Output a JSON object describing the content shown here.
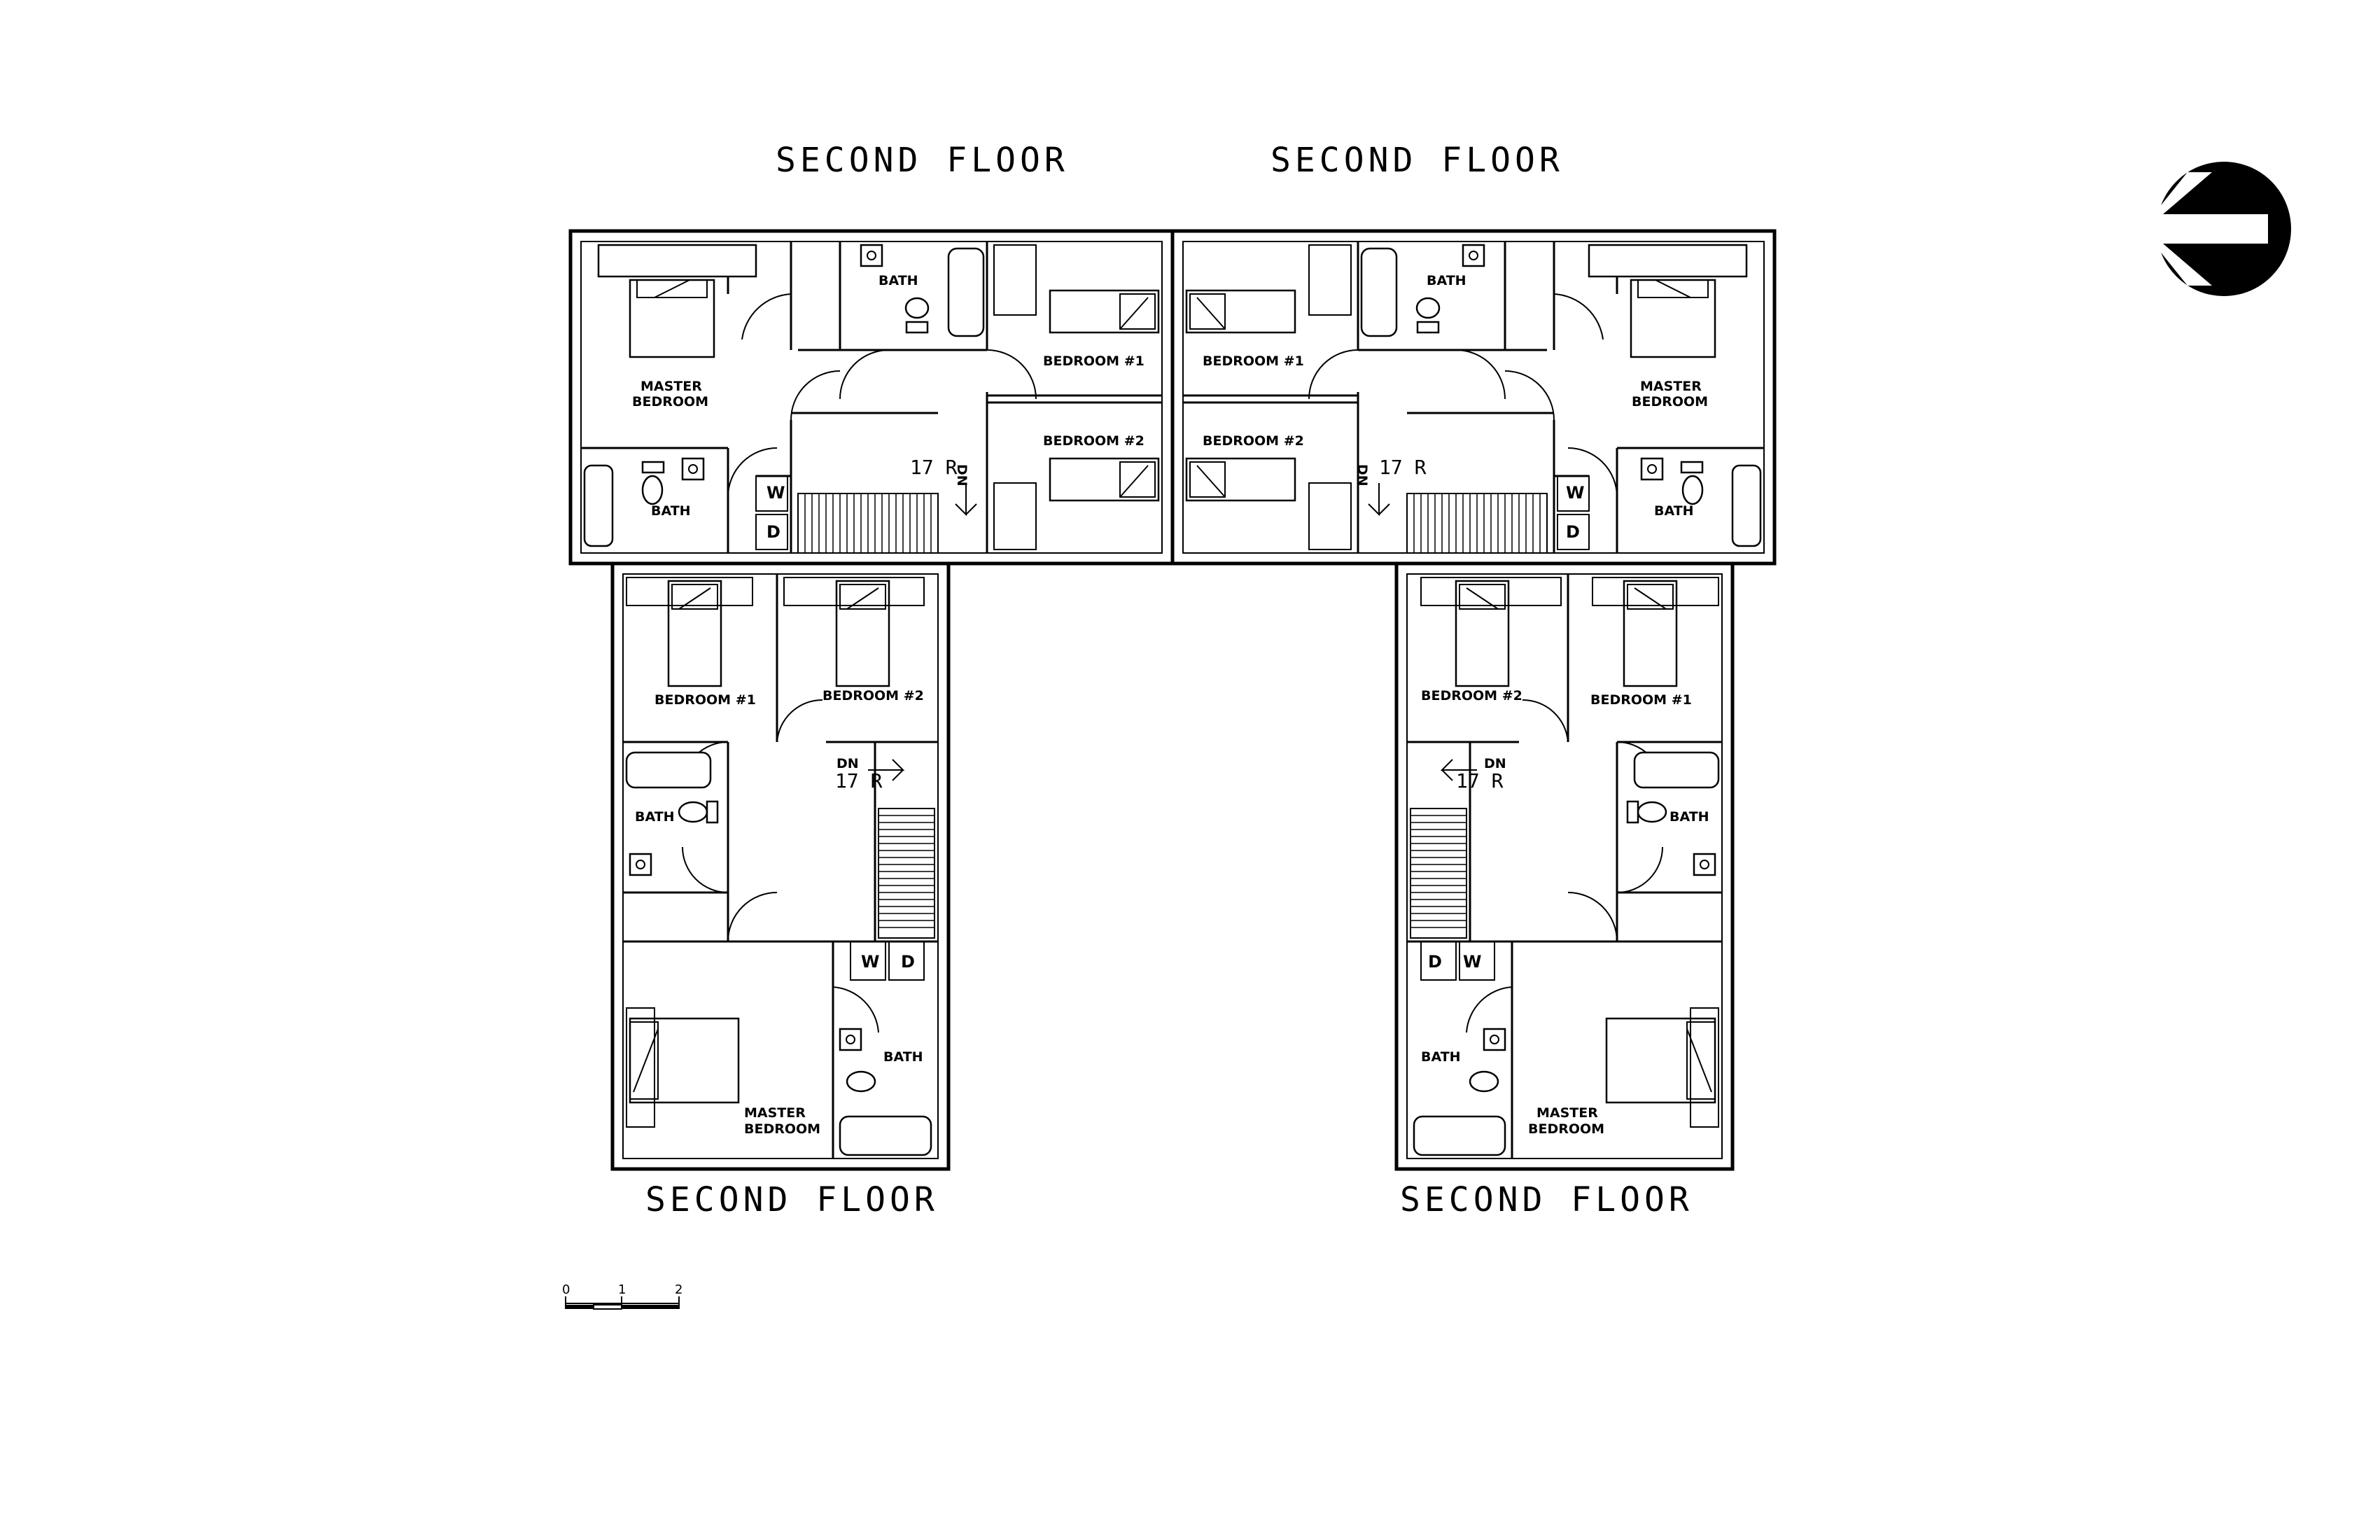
{
  "titles": {
    "unit_a": "SECOND FLOOR",
    "unit_b": "SECOND FLOOR",
    "unit_c": "SECOND FLOOR",
    "unit_d": "SECOND FLOOR"
  },
  "rooms": {
    "master_bedroom_line1": "MASTER",
    "master_bedroom_line2": "BEDROOM",
    "bath": "BATH",
    "bedroom_1": "BEDROOM #1",
    "bedroom_2": "BEDROOM #2"
  },
  "appliances": {
    "washer": "W",
    "dryer": "D"
  },
  "stairs": {
    "risers": "17 R",
    "down": "DN"
  },
  "scale_bar": {
    "labels": [
      "0",
      "1",
      "2"
    ]
  },
  "icons": {
    "north_arrow": "north-arrow-icon"
  }
}
